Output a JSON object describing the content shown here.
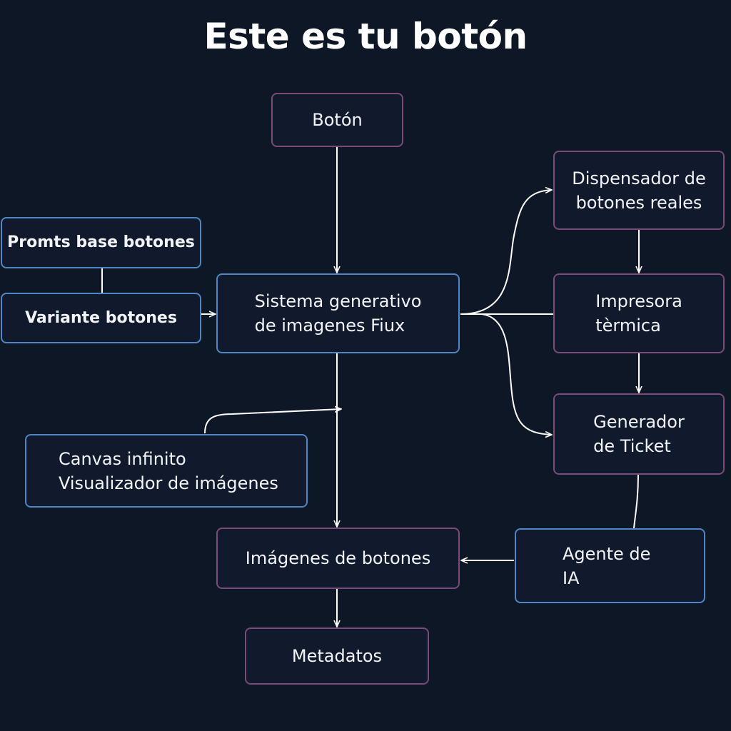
{
  "title": "Este es tu botón",
  "colors": {
    "background": "#0e1726",
    "purple_border": "#7a4a78",
    "blue_border": "#4f86c6",
    "edge": "#ffffff"
  },
  "nodes": {
    "boton": "Botón",
    "prompts_base": "Promts base botones",
    "variante": "Variante botones",
    "sistema": "Sistema generativo\nde imagenes Fiux",
    "canvas": "Canvas infinito\nVisualizador de imágenes",
    "imagenes": "Imágenes de botones",
    "metadatos": "Metadatos",
    "dispensador": "Dispensador de\nbotones reales",
    "impresora": "Impresora\ntèrmica",
    "generador": "Generador\nde Ticket",
    "agente": "Agente de\nIA"
  }
}
